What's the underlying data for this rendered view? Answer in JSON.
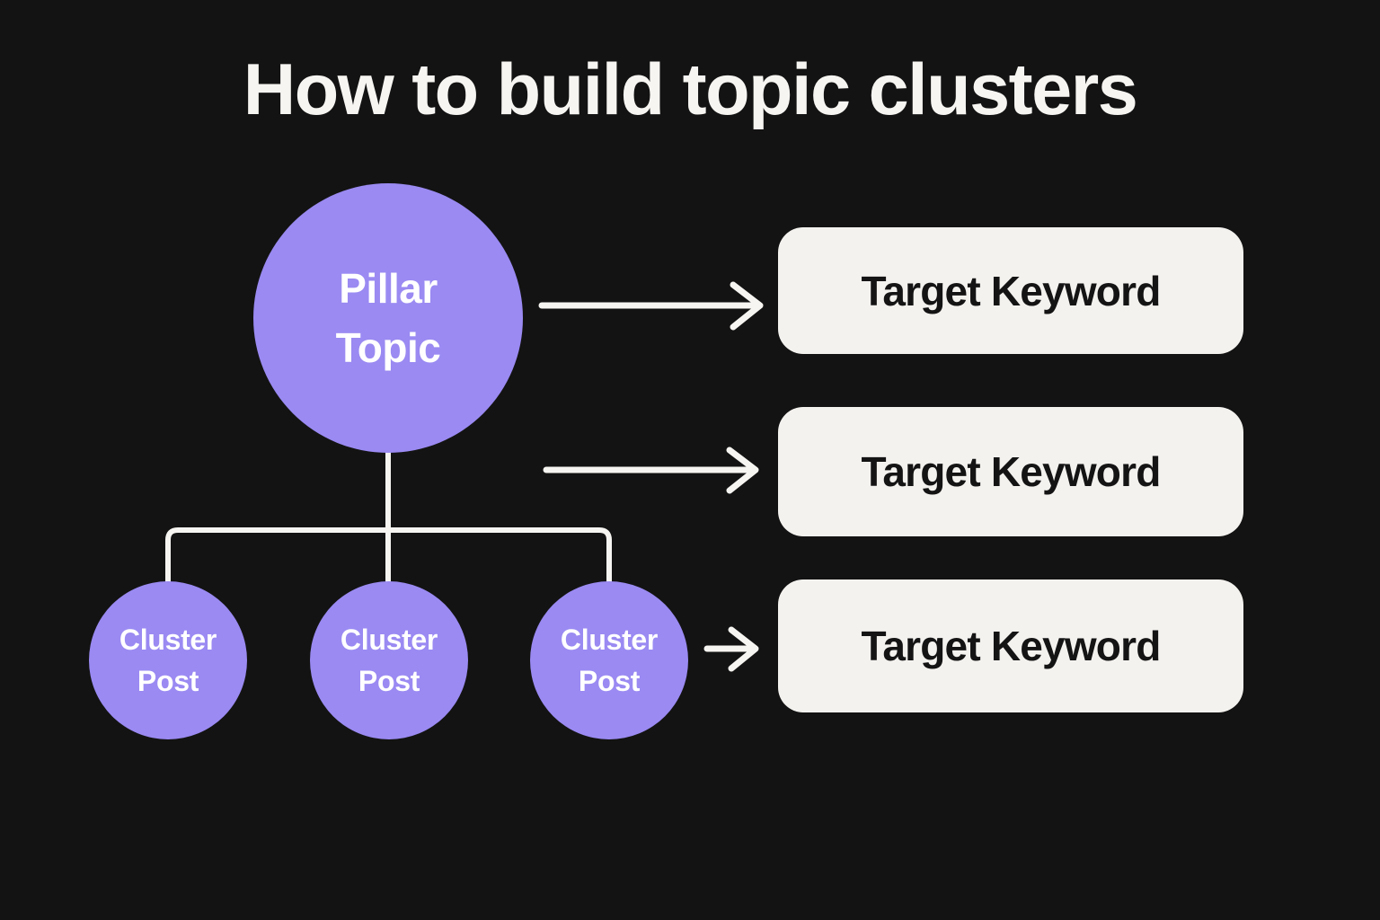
{
  "title": "How to build topic clusters",
  "colors": {
    "background": "#131313",
    "node_purple": "#9a8af2",
    "card_surface": "#f4f2ef",
    "card_text": "#141414",
    "line_white": "#f7f5f2",
    "title_text": "#f7f5f2"
  },
  "diagram": {
    "pillar": {
      "line1": "Pillar",
      "line2": "Topic"
    },
    "clusters": [
      {
        "line1": "Cluster",
        "line2": "Post"
      },
      {
        "line1": "Cluster",
        "line2": "Post"
      },
      {
        "line1": "Cluster",
        "line2": "Post"
      }
    ],
    "keyword_cards": [
      {
        "label": "Target Keyword"
      },
      {
        "label": "Target Keyword"
      },
      {
        "label": "Target Keyword"
      }
    ],
    "arrows": [
      {
        "name": "arrow-pillar-to-keyword-1"
      },
      {
        "name": "arrow-pillar-to-keyword-2"
      },
      {
        "name": "arrow-cluster-to-keyword-3"
      }
    ],
    "connector": {
      "name": "pillar-to-clusters-tree"
    }
  }
}
